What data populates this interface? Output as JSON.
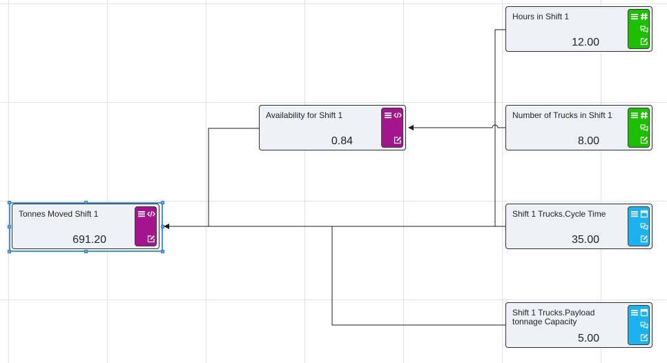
{
  "diagram": {
    "nodes": [
      {
        "id": "hours-in-shift-1",
        "title": "Hours in Shift 1",
        "value": "12.00",
        "kind": "number"
      },
      {
        "id": "number-of-trucks-in-shift-1",
        "title": "Number of Trucks in Shift 1",
        "value": "8.00",
        "kind": "number"
      },
      {
        "id": "availability-for-shift-1",
        "title": "Availability for Shift 1",
        "value": "0.84",
        "kind": "formula"
      },
      {
        "id": "shift-1-trucks-cycle-time",
        "title": "Shift 1 Trucks.Cycle Time",
        "value": "35.00",
        "kind": "data"
      },
      {
        "id": "shift-1-trucks-payload-tonnage-capacity",
        "title": "Shift 1 Trucks.Payload tonnage Capacity",
        "value": "5.00",
        "kind": "data"
      },
      {
        "id": "tonnes-moved-shift-1",
        "title": "Tonnes Moved Shift 1",
        "value": "691.20",
        "kind": "formula",
        "selected": true
      }
    ],
    "edges": [
      {
        "from": "number-of-trucks-in-shift-1",
        "to": "availability-for-shift-1"
      },
      {
        "from": "hours-in-shift-1",
        "to": "tonnes-moved-shift-1"
      },
      {
        "from": "availability-for-shift-1",
        "to": "tonnes-moved-shift-1"
      },
      {
        "from": "shift-1-trucks-cycle-time",
        "to": "tonnes-moved-shift-1"
      },
      {
        "from": "shift-1-trucks-payload-tonnage-capacity",
        "to": "tonnes-moved-shift-1"
      }
    ]
  },
  "icons": {
    "menu": "menu-icon",
    "formula": "code-icon",
    "number": "hash-icon",
    "data": "table-icon",
    "comments": "comments-icon",
    "edit": "edit-icon"
  },
  "colors": {
    "formula": "#a4148c",
    "number": "#1dc000",
    "data": "#1cb2ef",
    "selection": "#3c96e8",
    "node_bg": "#eef1f6",
    "wire": "#1a1a1a"
  }
}
